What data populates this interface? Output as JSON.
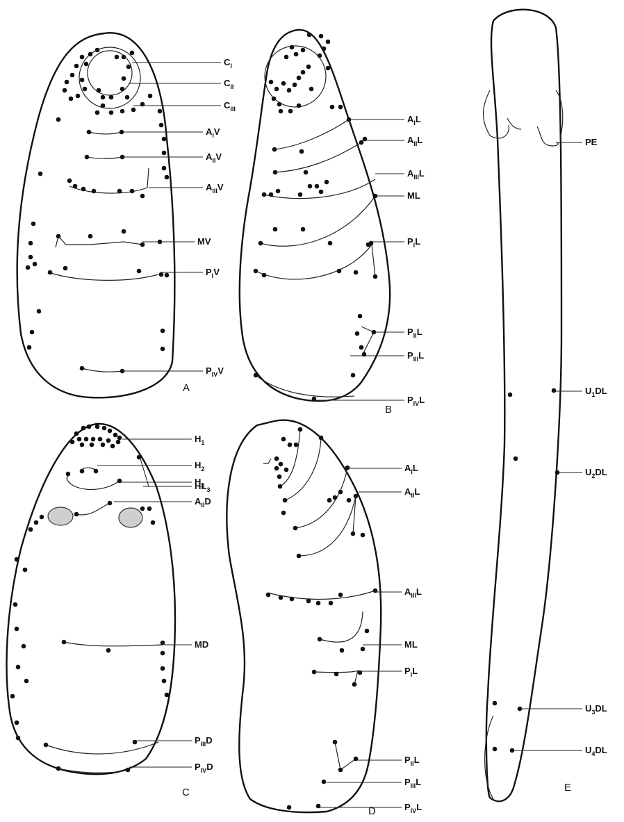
{
  "panels": {
    "A": {
      "letter": "A",
      "labels": [
        {
          "main": "C",
          "sub": "I",
          "suffix": ""
        },
        {
          "main": "C",
          "sub": "II",
          "suffix": ""
        },
        {
          "main": "C",
          "sub": "III",
          "suffix": ""
        },
        {
          "main": "A",
          "sub": "I",
          "suffix": "V"
        },
        {
          "main": "A",
          "sub": "II",
          "suffix": "V"
        },
        {
          "main": "A",
          "sub": "III",
          "suffix": "V"
        },
        {
          "main": "MV",
          "sub": "",
          "suffix": ""
        },
        {
          "main": "P",
          "sub": "I",
          "suffix": "V"
        },
        {
          "main": "P",
          "sub": "IV",
          "suffix": "V"
        }
      ]
    },
    "B": {
      "letter": "B",
      "labels": [
        {
          "main": "A",
          "sub": "I",
          "suffix": "L"
        },
        {
          "main": "A",
          "sub": "II",
          "suffix": "L"
        },
        {
          "main": "A",
          "sub": "III",
          "suffix": "L"
        },
        {
          "main": "ML",
          "sub": "",
          "suffix": ""
        },
        {
          "main": "P",
          "sub": "I",
          "suffix": "L"
        },
        {
          "main": "P",
          "sub": "II",
          "suffix": "L"
        },
        {
          "main": "P",
          "sub": "III",
          "suffix": "L"
        },
        {
          "main": "P",
          "sub": "IV",
          "suffix": "L"
        }
      ]
    },
    "C": {
      "letter": "C",
      "labels": [
        {
          "main": "H",
          "sub": "1",
          "suffix": ""
        },
        {
          "main": "H",
          "sub": "2",
          "suffix": ""
        },
        {
          "main": "HL",
          "sub": "3",
          "suffix": ""
        },
        {
          "main": "H",
          "sub": "3",
          "suffix": ""
        },
        {
          "main": "A",
          "sub": "II",
          "suffix": "D"
        },
        {
          "main": "MD",
          "sub": "",
          "suffix": ""
        },
        {
          "main": "P",
          "sub": "III",
          "suffix": "D"
        },
        {
          "main": "P",
          "sub": "IV",
          "suffix": "D"
        }
      ]
    },
    "D": {
      "letter": "D",
      "labels": [
        {
          "main": "A",
          "sub": "I",
          "suffix": "L"
        },
        {
          "main": "A",
          "sub": "II",
          "suffix": "L"
        },
        {
          "main": "A",
          "sub": "III",
          "suffix": "L"
        },
        {
          "main": "ML",
          "sub": "",
          "suffix": ""
        },
        {
          "main": "P",
          "sub": "I",
          "suffix": "L"
        },
        {
          "main": "P",
          "sub": "II",
          "suffix": "L"
        },
        {
          "main": "P",
          "sub": "III",
          "suffix": "L"
        },
        {
          "main": "P",
          "sub": "IV",
          "suffix": "L"
        }
      ]
    },
    "E": {
      "letter": "E",
      "labels": [
        {
          "main": "PE",
          "sub": "",
          "suffix": ""
        },
        {
          "main": "U",
          "sub": "1",
          "suffix": "DL"
        },
        {
          "main": "U",
          "sub": "2",
          "suffix": "DL"
        },
        {
          "main": "U",
          "sub": "3",
          "suffix": "DL"
        },
        {
          "main": "U",
          "sub": "4",
          "suffix": "DL"
        }
      ]
    }
  }
}
